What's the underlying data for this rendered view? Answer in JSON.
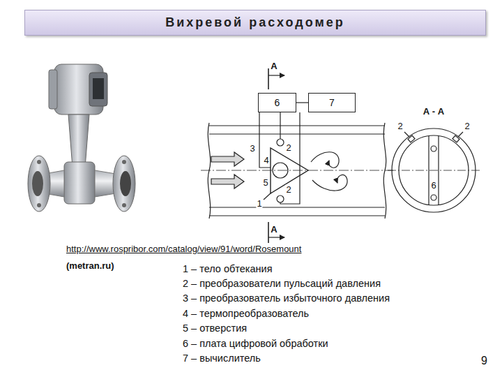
{
  "diagram": {
    "title": "Вихревой расходомер",
    "nodes": [
      {
        "text": [
          "6"
        ]
      },
      {
        "text": [
          "7"
        ]
      }
    ],
    "edges": [
      {
        "from": 0,
        "to": 1,
        "arrow": "none"
      }
    ],
    "labels": [
      "А",
      "А",
      "2",
      "3",
      "4",
      "5",
      "1",
      "2",
      "А - А",
      "2",
      "2",
      "6",
      "http://www.rospribor.com/catalog/view/91/word/Rosemount",
      "(metran.ru)",
      "1 – тело обтекания",
      "2 – преобразователи пульсаций давления",
      "3 – преобразователь избыточного давления",
      "4 – термопреобразователь",
      "5 – отверстия",
      "6 – плата цифровой обработки",
      "7 – вычислитель",
      "9"
    ]
  }
}
